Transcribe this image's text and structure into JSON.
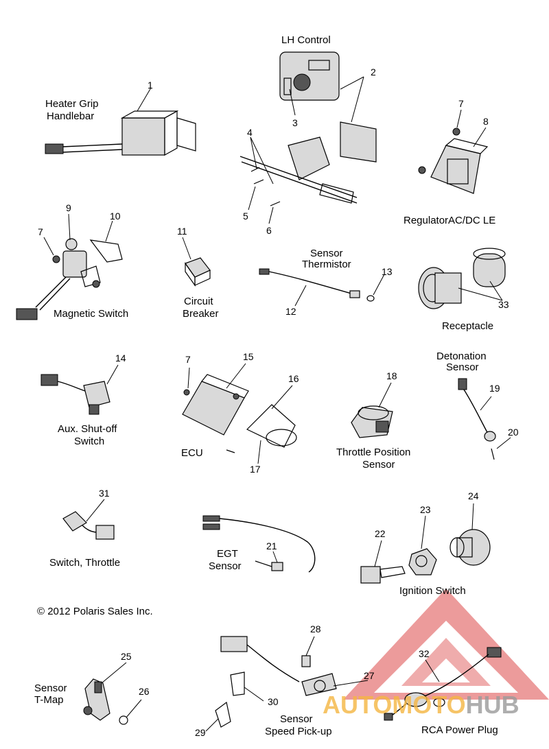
{
  "labels": {
    "lh_control": "LH Control",
    "heater_grip": "Heater Grip",
    "handlebar": "Handlebar",
    "regulator": "RegulatorAC/DC LE",
    "magnetic_switch": "Magnetic Switch",
    "circuit": "Circuit",
    "breaker": "Breaker",
    "sensor_thermistor_1": "Sensor",
    "sensor_thermistor_2": "Thermistor",
    "receptacle": "Receptacle",
    "detonation_1": "Detonation",
    "detonation_2": "Sensor",
    "aux_1": "Aux. Shut-off",
    "aux_2": "Switch",
    "ecu": "ECU",
    "tps_1": "Throttle Position",
    "tps_2": "Sensor",
    "switch_throttle": "Switch, Throttle",
    "egt_1": "EGT",
    "egt_2": "Sensor",
    "ignition_switch": "Ignition Switch",
    "copyright": "© 2012 Polaris Sales Inc.",
    "tmap_1": "Sensor",
    "tmap_2": "T-Map",
    "speed_1": "Sensor",
    "speed_2": "Speed Pick-up",
    "rca": "RCA Power Plug"
  },
  "callouts": {
    "n1": "1",
    "n2": "2",
    "n3": "3",
    "n4": "4",
    "n5": "5",
    "n6": "6",
    "n7a": "7",
    "n7b": "7",
    "n7c": "7",
    "n8": "8",
    "n9": "9",
    "n10": "10",
    "n11": "11",
    "n12": "12",
    "n13": "13",
    "n14": "14",
    "n15": "15",
    "n16": "16",
    "n17": "17",
    "n18": "18",
    "n19": "19",
    "n20": "20",
    "n21": "21",
    "n22": "22",
    "n23": "23",
    "n24": "24",
    "n25": "25",
    "n26": "26",
    "n27": "27",
    "n28": "28",
    "n29": "29",
    "n30": "30",
    "n31": "31",
    "n32": "32",
    "n33": "33"
  },
  "watermark": {
    "brand": "AUTOMOTOHUB",
    "color_red": "#d62828",
    "color_grey": "#9a9a9a",
    "color_orange": "#f5b642"
  }
}
